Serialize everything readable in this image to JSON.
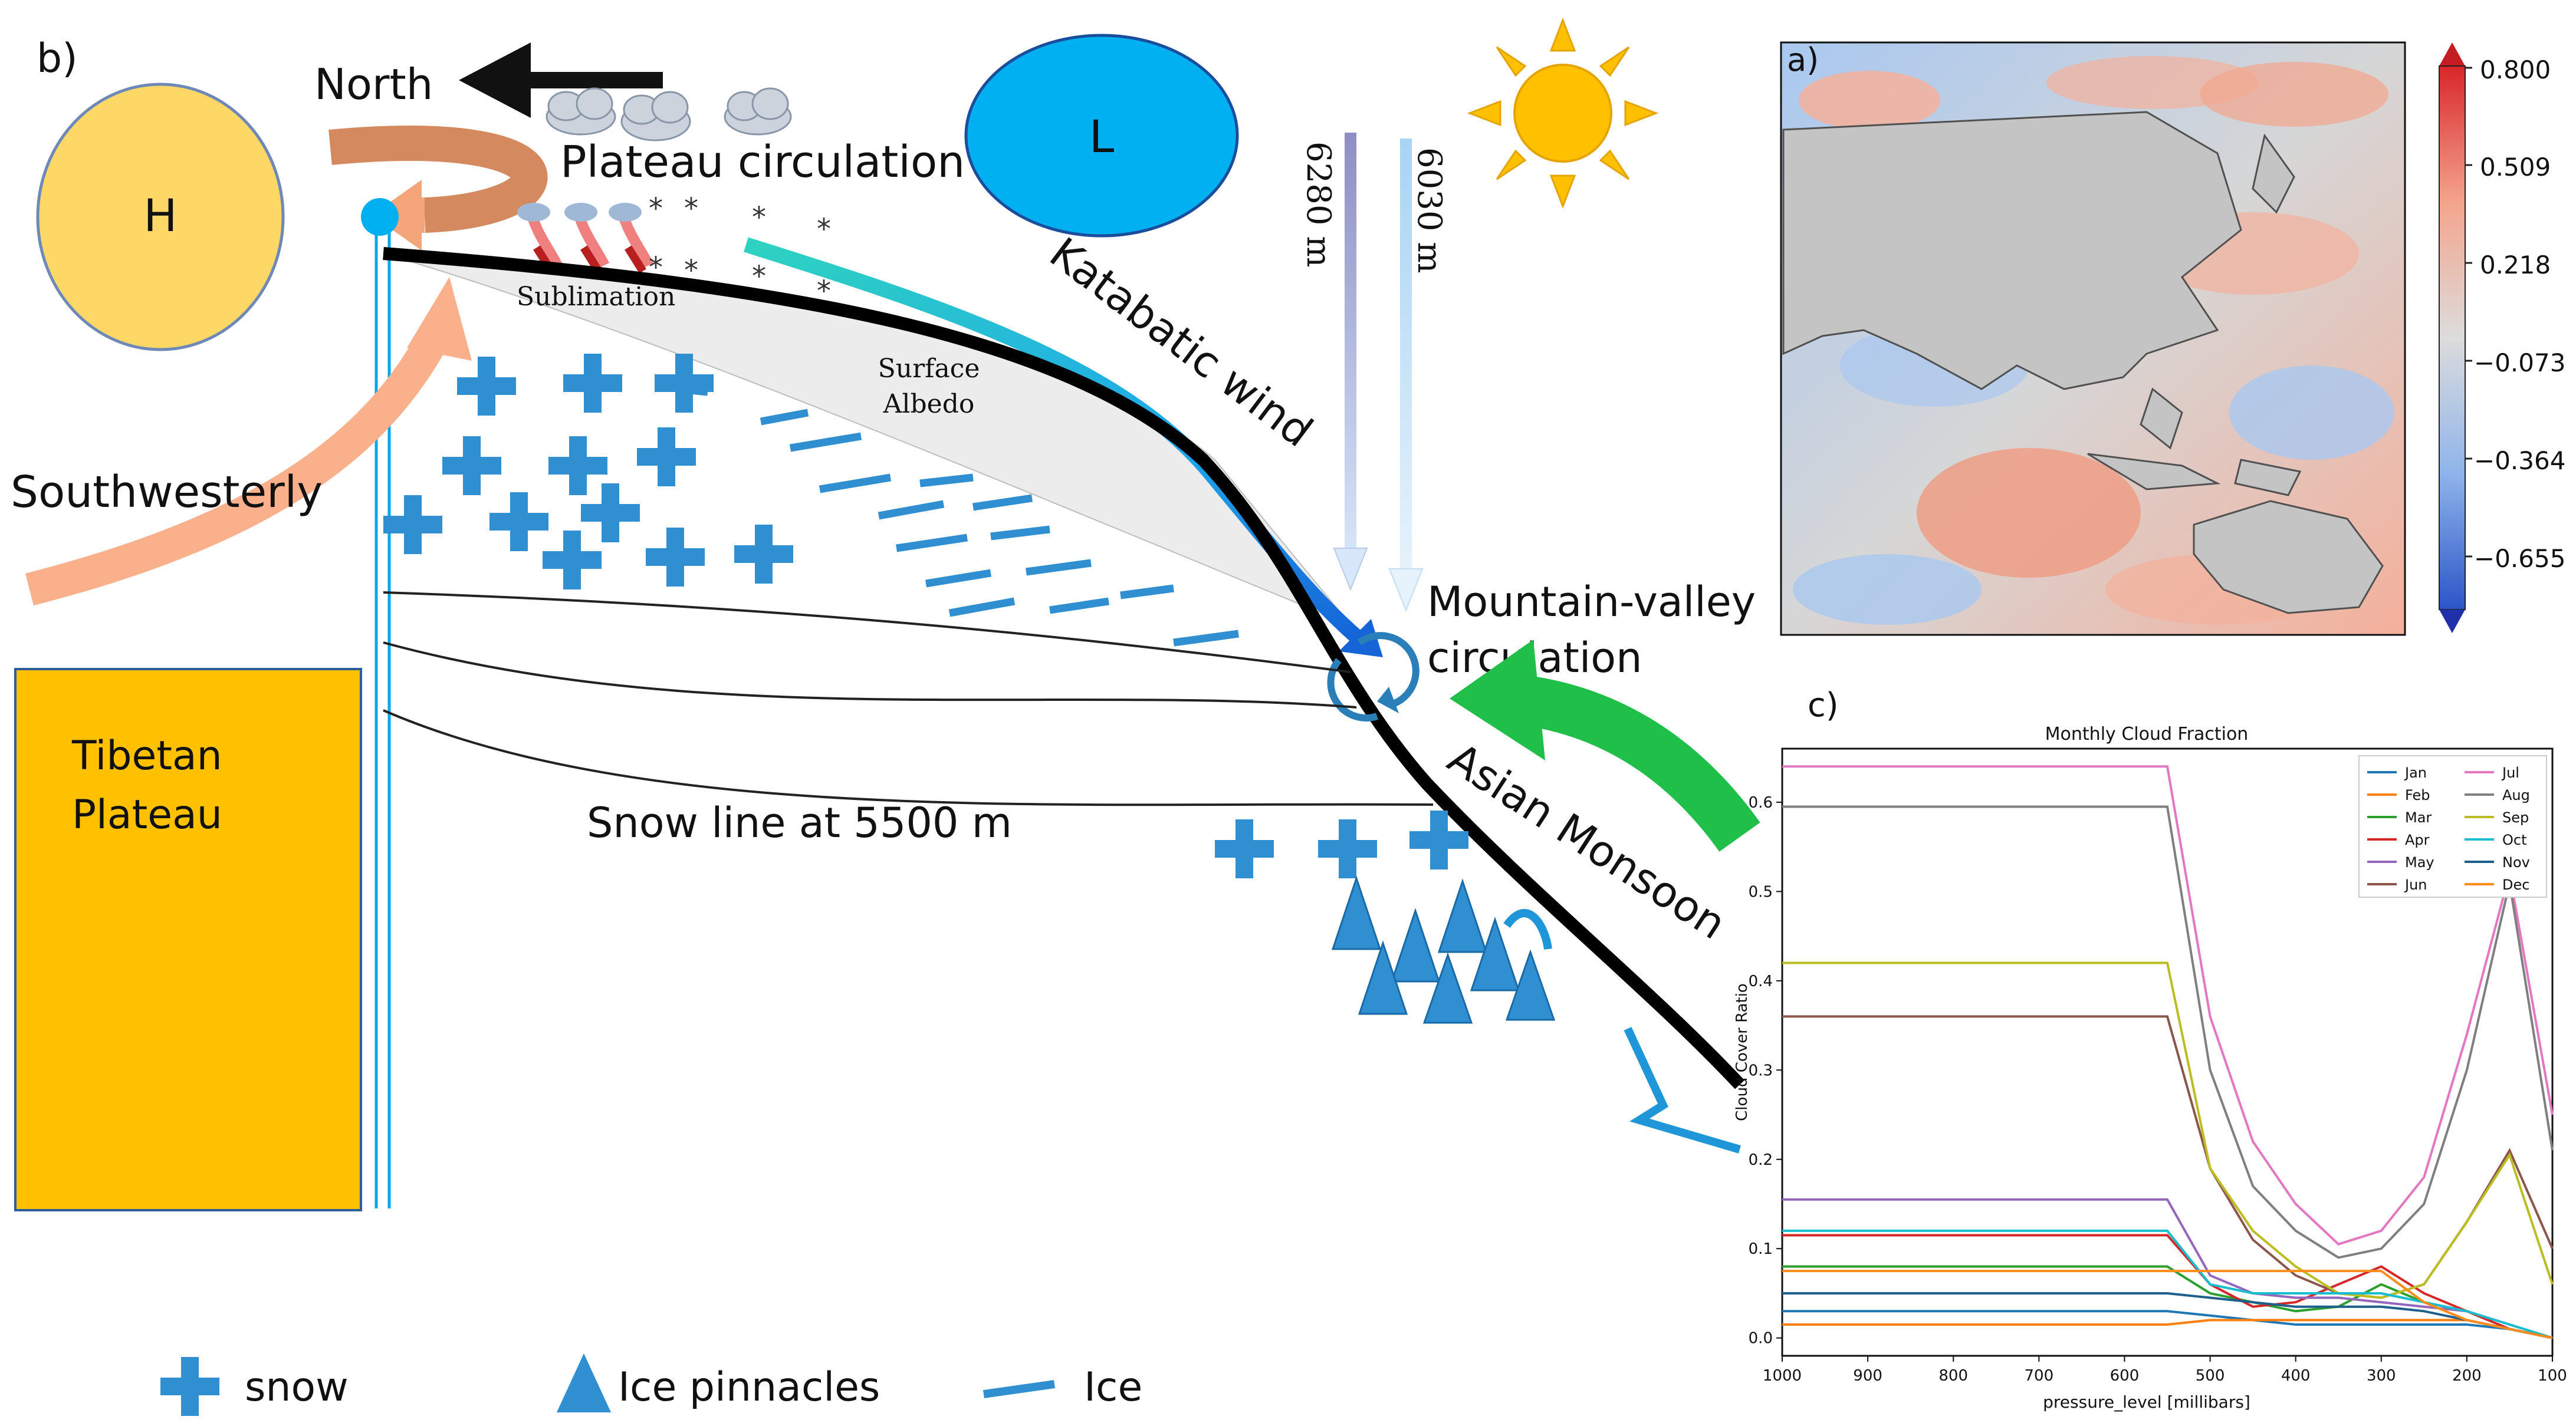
{
  "panel_b": {
    "label": "b)",
    "north": "North",
    "high": "H",
    "low": "L",
    "plateau_circulation": "Plateau circulation",
    "sublimation": "Sublimation",
    "surface_albedo_1": "Surface",
    "surface_albedo_2": "Albedo",
    "katabatic": "Katabatic wind",
    "height_1": "6280 m",
    "height_2": "6030 m",
    "mountain_valley_1": "Mountain-valley",
    "mountain_valley_2": "circulation",
    "southwesterly": "Southwesterly",
    "tibetan_1": "Tibetan",
    "tibetan_2": "Plateau",
    "snow_line": "Snow line at 5500 m",
    "monsoon": "Asian Monsoon",
    "legend": {
      "snow": "snow",
      "pinnacles": "Ice pinnacles",
      "ice": "Ice"
    },
    "colors": {
      "high": "#fdd866",
      "low": "#00b0f0",
      "plateau": "#ffc000",
      "snow": "#2f8fd1",
      "monsoon": "#1fbf4a",
      "southwesterly": "#fbb08c",
      "sun": "#ffc000"
    }
  },
  "panel_a": {
    "label": "a)",
    "colorbar_ticks": [
      "0.800",
      "0.509",
      "0.218",
      "−0.073",
      "−0.364",
      "−0.655"
    ]
  },
  "chart_data": {
    "type": "line",
    "label": "c)",
    "title": "Monthly Cloud Fraction",
    "xlabel": "pressure_level [millibars]",
    "ylabel": "Cloud Cover Ratio",
    "x_reversed": true,
    "xlim": [
      1000,
      100
    ],
    "ylim": [
      -0.02,
      0.66
    ],
    "xticks": [
      1000,
      900,
      800,
      700,
      600,
      500,
      400,
      300,
      200,
      100
    ],
    "yticks": [
      0.0,
      0.1,
      0.2,
      0.3,
      0.4,
      0.5,
      0.6
    ],
    "x": [
      1000,
      550,
      500,
      450,
      400,
      350,
      300,
      250,
      200,
      150,
      100
    ],
    "legend_position": "top-right",
    "series": [
      {
        "name": "Jan",
        "color": "#1f77b4",
        "values": [
          0.03,
          0.03,
          0.025,
          0.02,
          0.015,
          0.015,
          0.015,
          0.015,
          0.015,
          0.01,
          0.0
        ]
      },
      {
        "name": "Feb",
        "color": "#ff7f0e",
        "values": [
          0.015,
          0.015,
          0.02,
          0.02,
          0.02,
          0.02,
          0.02,
          0.02,
          0.02,
          0.01,
          0.0
        ]
      },
      {
        "name": "Mar",
        "color": "#2ca02c",
        "values": [
          0.08,
          0.08,
          0.05,
          0.04,
          0.03,
          0.035,
          0.06,
          0.04,
          0.03,
          0.01,
          0.0
        ]
      },
      {
        "name": "Apr",
        "color": "#d62728",
        "values": [
          0.115,
          0.115,
          0.06,
          0.035,
          0.04,
          0.06,
          0.08,
          0.05,
          0.03,
          0.01,
          0.0
        ]
      },
      {
        "name": "May",
        "color": "#9467bd",
        "values": [
          0.155,
          0.155,
          0.07,
          0.05,
          0.045,
          0.045,
          0.04,
          0.035,
          0.03,
          0.015,
          0.0
        ]
      },
      {
        "name": "Jun",
        "color": "#8c564b",
        "values": [
          0.36,
          0.36,
          0.19,
          0.11,
          0.07,
          0.05,
          0.045,
          0.06,
          0.13,
          0.21,
          0.1
        ]
      },
      {
        "name": "Jul",
        "color": "#e377c2",
        "values": [
          0.64,
          0.64,
          0.36,
          0.22,
          0.15,
          0.105,
          0.12,
          0.18,
          0.34,
          0.52,
          0.25
        ]
      },
      {
        "name": "Aug",
        "color": "#7f7f7f",
        "values": [
          0.595,
          0.595,
          0.3,
          0.17,
          0.12,
          0.09,
          0.1,
          0.15,
          0.3,
          0.51,
          0.21
        ]
      },
      {
        "name": "Sep",
        "color": "#bcbd22",
        "values": [
          0.42,
          0.42,
          0.19,
          0.12,
          0.08,
          0.05,
          0.045,
          0.06,
          0.13,
          0.205,
          0.06
        ]
      },
      {
        "name": "Oct",
        "color": "#17becf",
        "values": [
          0.12,
          0.12,
          0.06,
          0.05,
          0.05,
          0.05,
          0.05,
          0.04,
          0.03,
          0.015,
          0.0
        ]
      },
      {
        "name": "Nov",
        "color": "#1f5f8b",
        "values": [
          0.05,
          0.05,
          0.045,
          0.04,
          0.035,
          0.035,
          0.035,
          0.03,
          0.02,
          0.01,
          0.0
        ]
      },
      {
        "name": "Dec",
        "color": "#ff8c1a",
        "values": [
          0.075,
          0.075,
          0.075,
          0.075,
          0.075,
          0.075,
          0.075,
          0.04,
          0.02,
          0.01,
          0.0
        ]
      }
    ]
  }
}
